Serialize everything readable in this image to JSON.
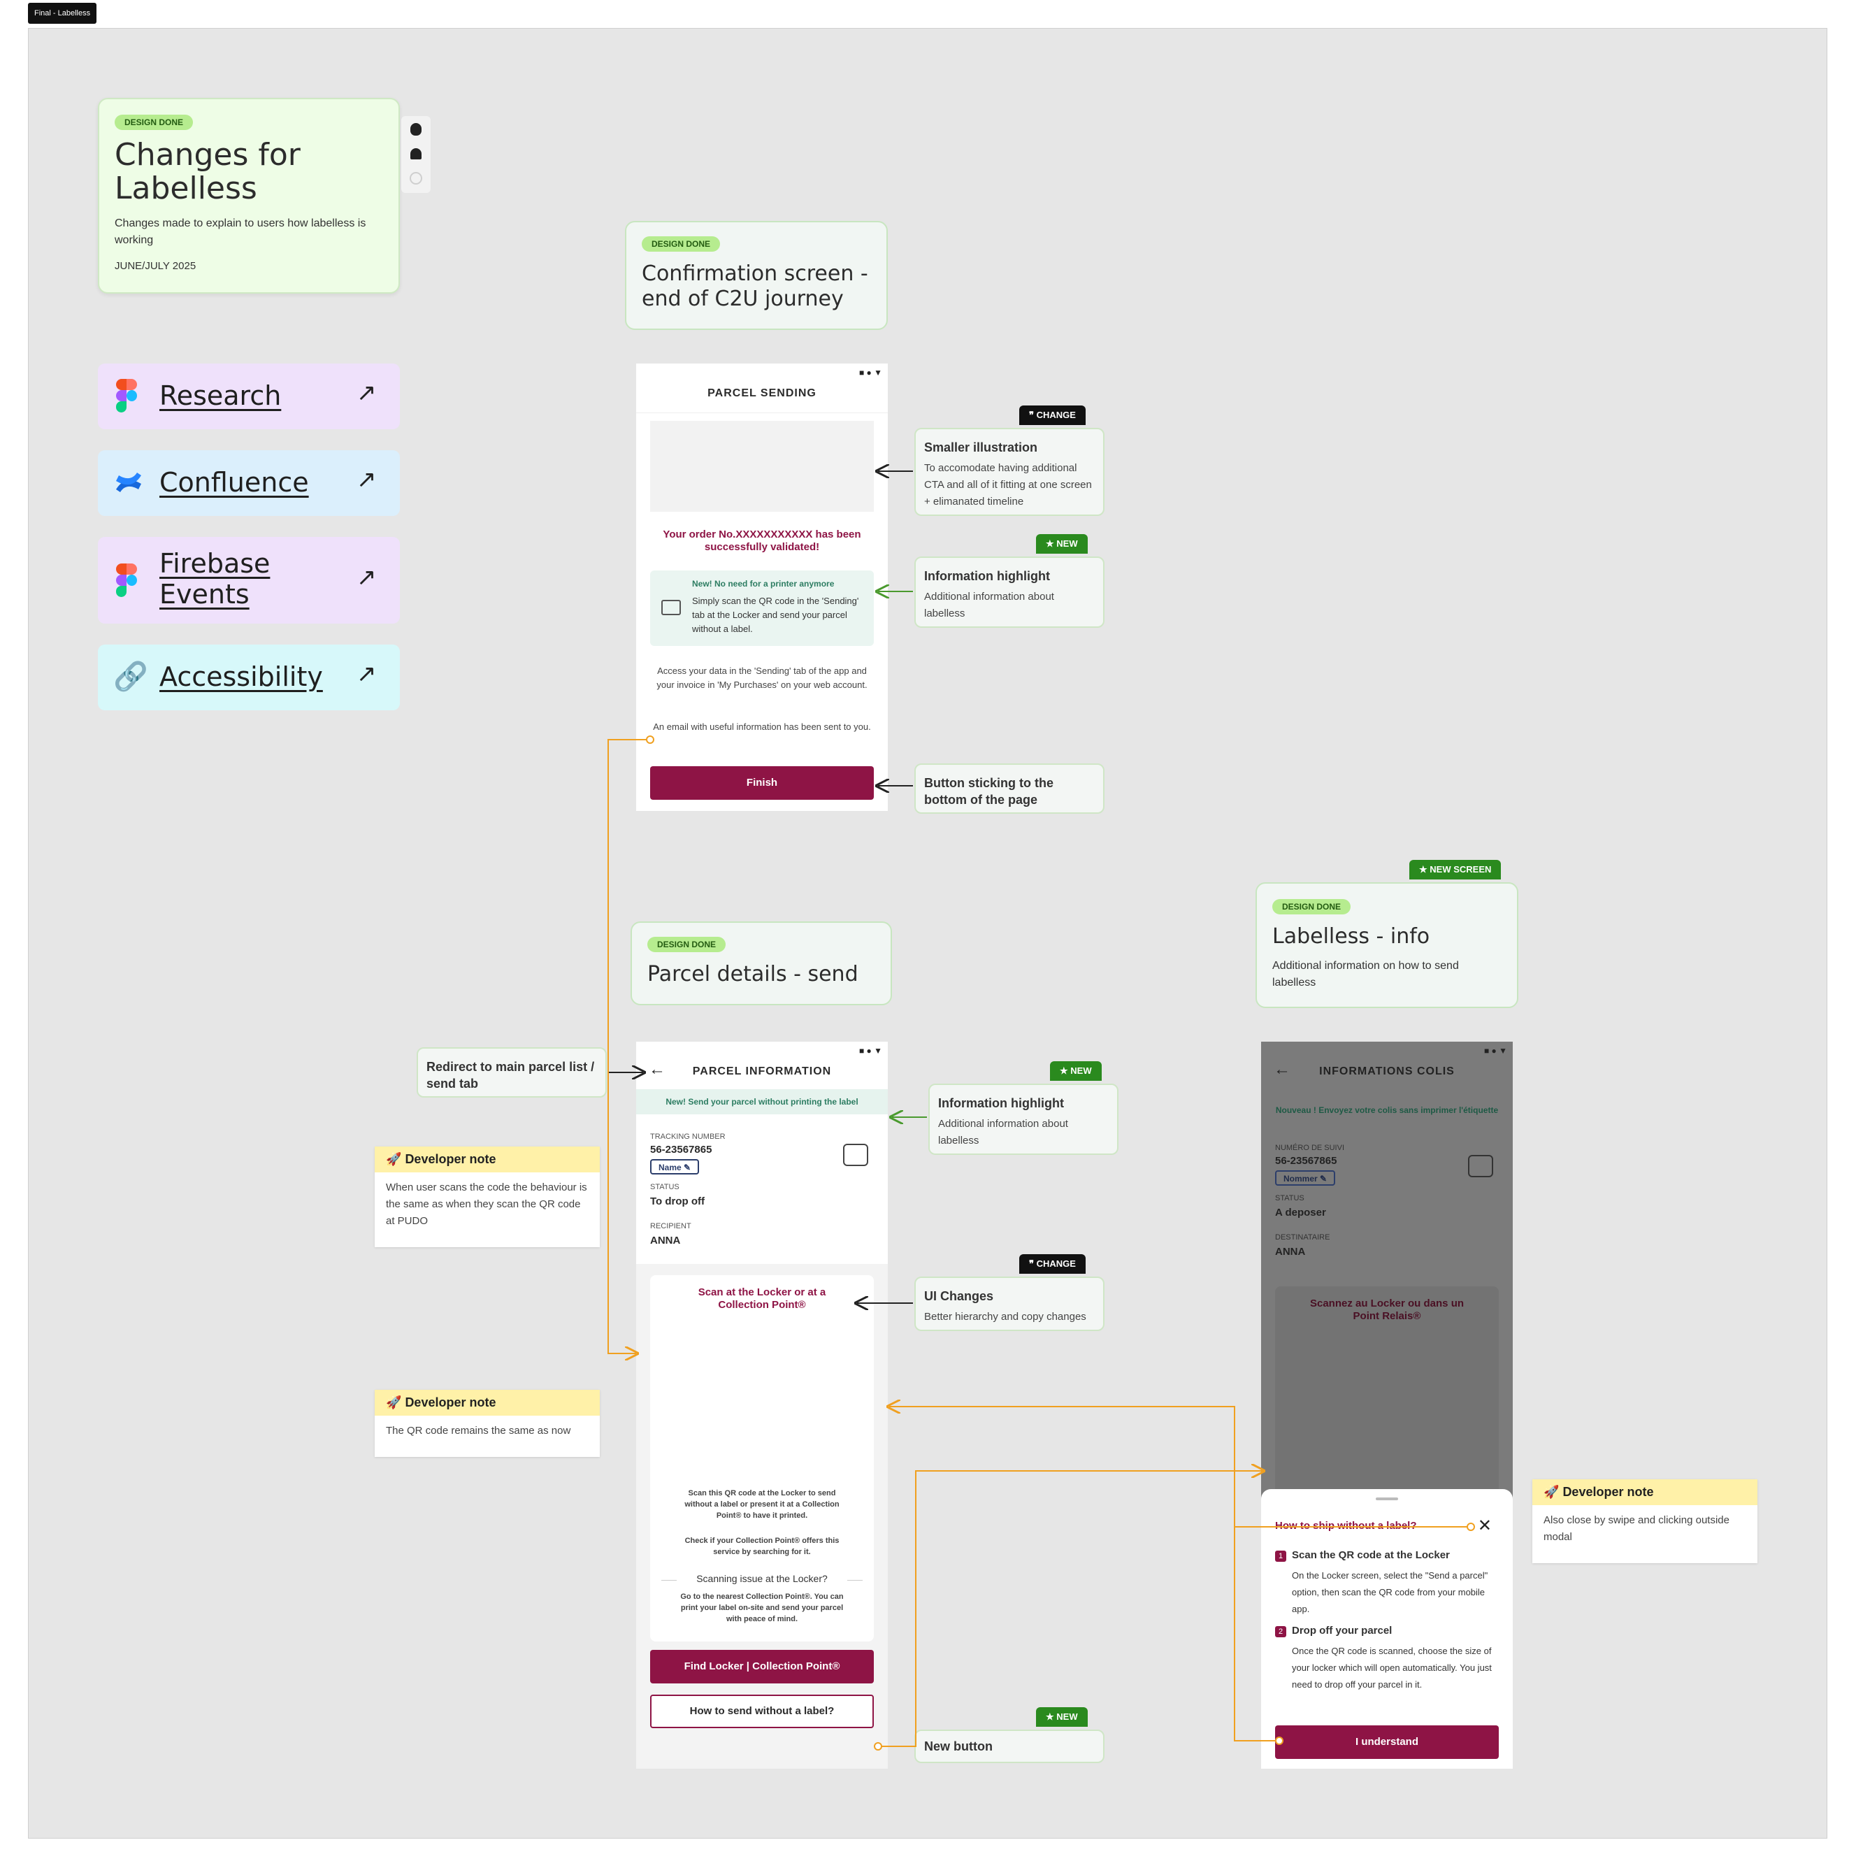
{
  "frame_label": "Final - Labelless",
  "hero": {
    "badge": "DESIGN DONE",
    "title": "Changes for Labelless",
    "description": "Changes made to explain to users how labelless is working",
    "date": "JUNE/JULY 2025"
  },
  "links": [
    {
      "label": "Research",
      "icon": "figma-icon"
    },
    {
      "label": "Confluence",
      "icon": "confluence-icon"
    },
    {
      "label": "Firebase Events",
      "icon": "figma-icon"
    },
    {
      "label": "Accessibility",
      "icon": "link-icon"
    }
  ],
  "section_confirmation": {
    "badge": "DESIGN DONE",
    "title": "Confirmation screen - end of C2U journey"
  },
  "section_parcel": {
    "badge": "DESIGN DONE",
    "title": "Parcel details - send"
  },
  "section_labelless": {
    "badge": "DESIGN DONE",
    "tag": "NEW SCREEN",
    "title": "Labelless - info",
    "description": "Additional information on how to send labelless"
  },
  "screen_confirm": {
    "header": "PARCEL SENDING",
    "order_text": "Your order No.XXXXXXXXXXX has been successfully validated!",
    "highlight_title": "New! No need for a printer anymore",
    "highlight_text": "Simply scan the QR code in the 'Sending' tab at the Locker and send your parcel without a label.",
    "info_text": "Access your data in the 'Sending' tab of the app and your invoice in 'My Purchases' on your web account.",
    "email_text": "An email with useful information has been sent to you.",
    "button": "Finish"
  },
  "screen_parcel": {
    "header": "PARCEL INFORMATION",
    "banner": "New! Send your parcel without printing the label",
    "tracking_label": "TRACKING NUMBER",
    "tracking_number": "56-23567865",
    "name_chip": "Name",
    "status_label": "STATUS",
    "status_value": "To drop off",
    "recipient_label": "RECIPIENT",
    "recipient_value": "ANNA",
    "scan_title": "Scan at the Locker or at a Collection Point®",
    "scan_text": "Scan this QR code at the Locker to send without a label or present it at a Collection Point® to have it printed.",
    "check_text": "Check if your Collection Point® offers this service by searching for it.",
    "issue_title": "Scanning issue at the Locker?",
    "issue_text": "Go to the nearest Collection Point®. You can print your label on-site and send your parcel with peace of mind.",
    "btn_find": "Find Locker | Collection Point®",
    "btn_how": "How to send without a label?"
  },
  "screen_fr": {
    "header": "INFORMATIONS COLIS",
    "banner": "Nouveau ! Envoyez votre colis sans imprimer l'étiquette",
    "tracking_label": "NUMÉRO DE SUIVI",
    "tracking_number": "56-23567865",
    "name_chip": "Nommer",
    "status_label": "STATUS",
    "status_value": "A deposer",
    "recipient_label": "DESTINATAIRE",
    "recipient_value": "ANNA",
    "scan_title": "Scannez au Locker ou dans un Point Relais®"
  },
  "modal": {
    "title": "How to ship without a label?",
    "step1_title": "Scan the QR code at the Locker",
    "step1_text": "On the Locker screen, select the \"Send a parcel\" option, then scan the QR code from your mobile app.",
    "step2_title": "Drop off your parcel",
    "step2_text": "Once the QR code is scanned, choose the size of your locker which will open automatically. You just need to drop off your parcel in it.",
    "button": "I understand"
  },
  "annotations": {
    "smaller_illustration": {
      "tag": "CHANGE",
      "title": "Smaller illustration",
      "text": "To accomodate having additional CTA and all of it fitting at one screen + elimanated timeline"
    },
    "info_highlight_1": {
      "tag": "NEW",
      "title": "Information highlight",
      "text": "Additional information about labelless"
    },
    "button_sticking": {
      "title": "Button sticking to the bottom of the page"
    },
    "info_highlight_2": {
      "tag": "NEW",
      "title": "Information highlight",
      "text": "Additional information about labelless"
    },
    "ui_changes": {
      "tag": "CHANGE",
      "title": "UI Changes",
      "text": "Better hierarchy and copy changes"
    },
    "new_button": {
      "tag": "NEW",
      "title": "New button"
    },
    "redirect": {
      "title": "Redirect to main parcel list / send tab"
    }
  },
  "dev_notes": [
    {
      "title": "Developer note",
      "text": "When user scans the code the behaviour is the same as when they scan the QR code at PUDO"
    },
    {
      "title": "Developer note",
      "text": "The QR code remains the same as now"
    },
    {
      "title": "Developer note",
      "text": "Also close by swipe and clicking outside modal"
    }
  ],
  "colors": {
    "brand": "#8e1445",
    "teal": "#2d7d62",
    "done_badge": "#b6ec8f",
    "new_tag": "#2a8a1e"
  }
}
